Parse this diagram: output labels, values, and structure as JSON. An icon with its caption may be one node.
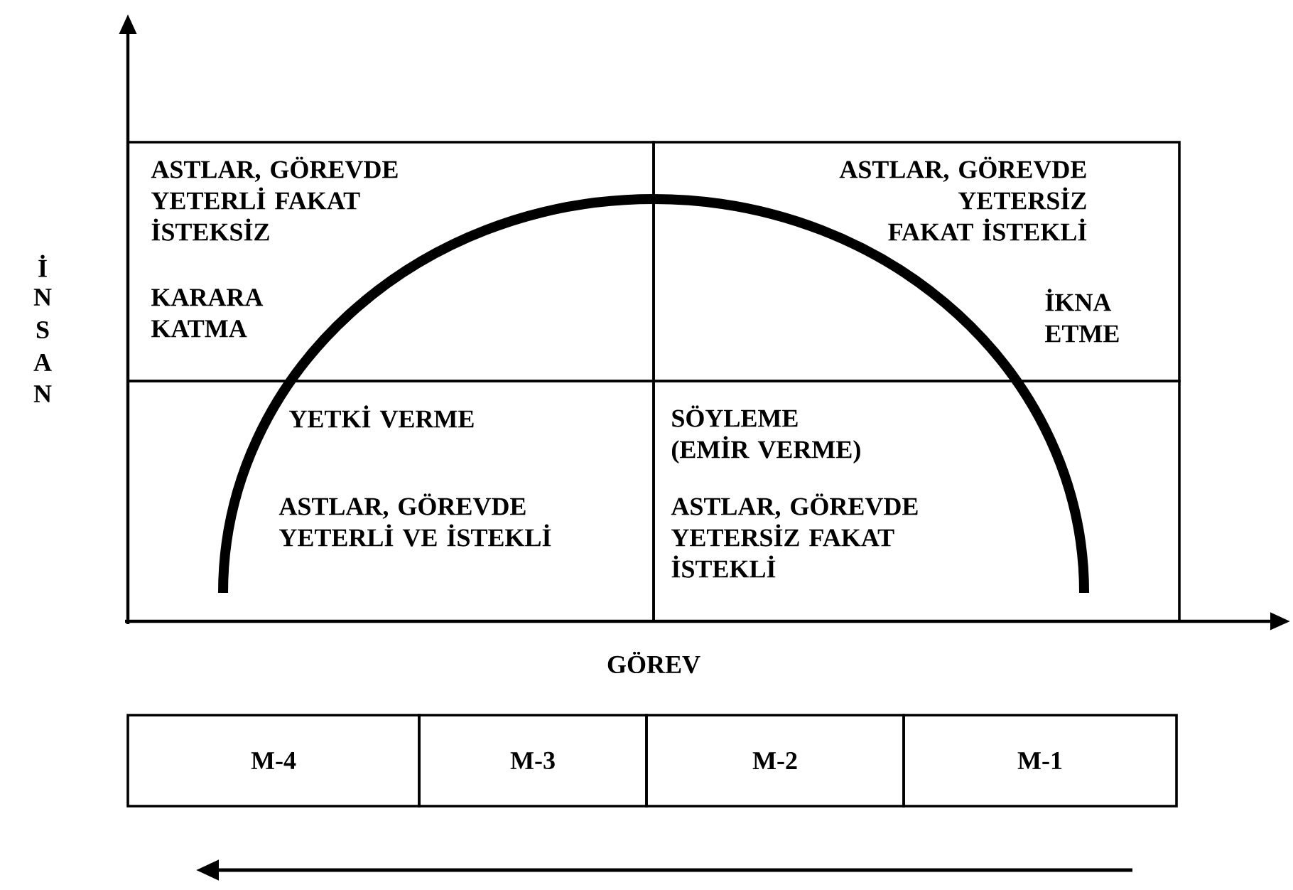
{
  "diagram": {
    "nodes": [
      {
        "text": [
          "ASTLAR, GÖREVDE YETERLİ FAKAT İSTEKSİZ",
          "KARARA KATMA"
        ]
      },
      {
        "text": [
          "ASTLAR, GÖREVDE YETERSİZ FAKAT İSTEKLİ",
          "İKNA ETME"
        ]
      },
      {
        "text": [
          "YETKİ VERME",
          "ASTLAR, GÖREVDE YETERLİ VE İSTEKLİ"
        ]
      },
      {
        "text": [
          "SÖYLEME (EMİR VERME)",
          "ASTLAR, GÖREVDE YETERSİZ FAKAT İSTEKLİ"
        ]
      },
      {
        "text": [
          "M-4"
        ]
      },
      {
        "text": [
          "M-3"
        ]
      },
      {
        "text": [
          "M-2"
        ]
      },
      {
        "text": [
          "M-1"
        ]
      }
    ],
    "edges": [],
    "labels": [
      "İ",
      "N",
      "S",
      "A",
      "N",
      "GÖREV"
    ]
  }
}
